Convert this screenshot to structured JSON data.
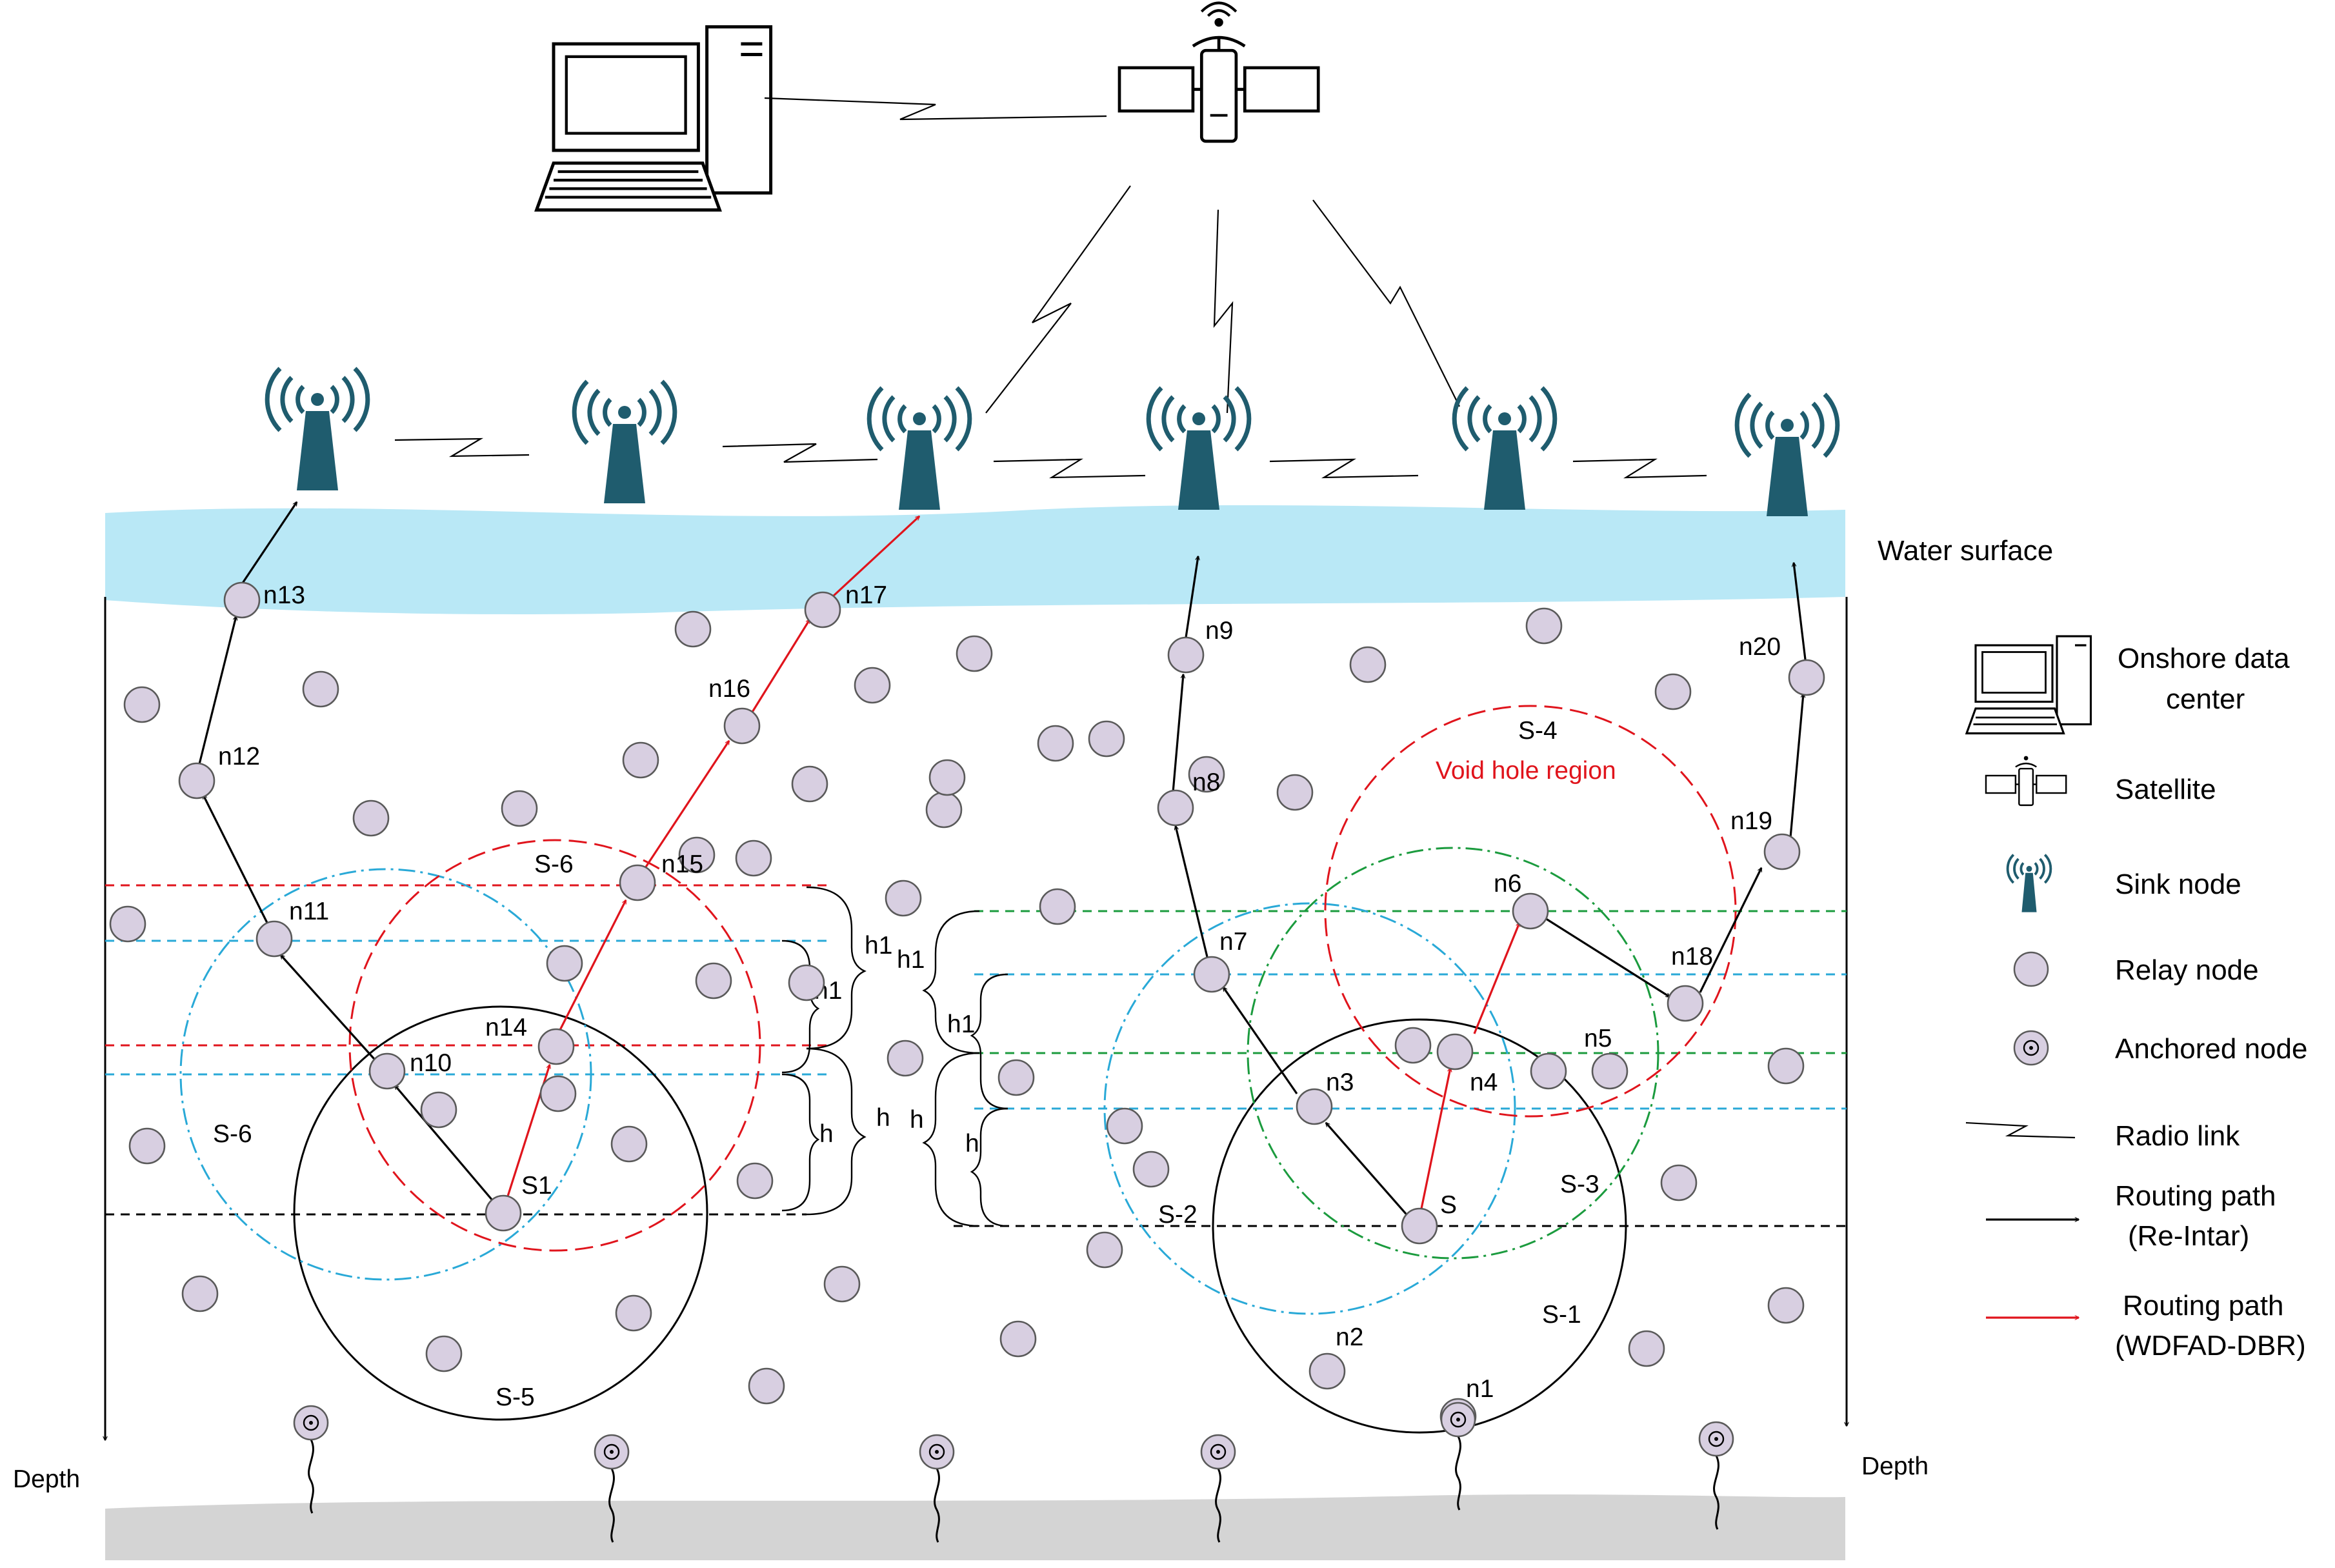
{
  "colors": {
    "water": "#b9e8f6",
    "seabed": "#d4d4d4",
    "node_fill": "#d8cfe1",
    "node_stroke": "#5a5a5a",
    "tower": "#1f5c6e",
    "red": "#e0141c",
    "blue": "#29a9d7",
    "green": "#1b9b3e",
    "black": "#000000"
  },
  "surface": {
    "water_surface": "Water surface"
  },
  "axes": {
    "depth_left": "Depth",
    "depth_right": "Depth"
  },
  "regions": {
    "s5": "S-5",
    "s6_black": "S-6",
    "s6_red": "S-6",
    "s1": "S-1",
    "s2": "S-2",
    "s3": "S-3",
    "s4": "S-4",
    "void": "Void hole region"
  },
  "sources": {
    "s1": "S1",
    "s": "S"
  },
  "nodes": {
    "n1": "n1",
    "n2": "n2",
    "n3": "n3",
    "n4": "n4",
    "n5": "n5",
    "n6": "n6",
    "n7": "n7",
    "n8": "n8",
    "n9": "n9",
    "n10": "n10",
    "n11": "n11",
    "n12": "n12",
    "n13": "n13",
    "n14": "n14",
    "n15": "n15",
    "n16": "n16",
    "n17": "n17",
    "n18": "n18",
    "n19": "n19",
    "n20": "n20"
  },
  "heights": {
    "left_h1_outer": "h1",
    "left_h1_inner": "h1",
    "left_h_outer": "h",
    "left_h_inner": "h",
    "right_h1_outer": "h1",
    "right_h1_inner": "h1",
    "right_h_outer": "h",
    "right_h_inner": "h"
  },
  "legend": {
    "data_center": [
      "Onshore data",
      "center"
    ],
    "satellite": "Satellite",
    "sink": "Sink node",
    "relay": "Relay node",
    "anchored": "Anchored node",
    "radio": "Radio link",
    "path_black": [
      "Routing path",
      "(Re-Intar)"
    ],
    "path_red": [
      "Routing path",
      "(WDFAD-DBR)"
    ]
  }
}
